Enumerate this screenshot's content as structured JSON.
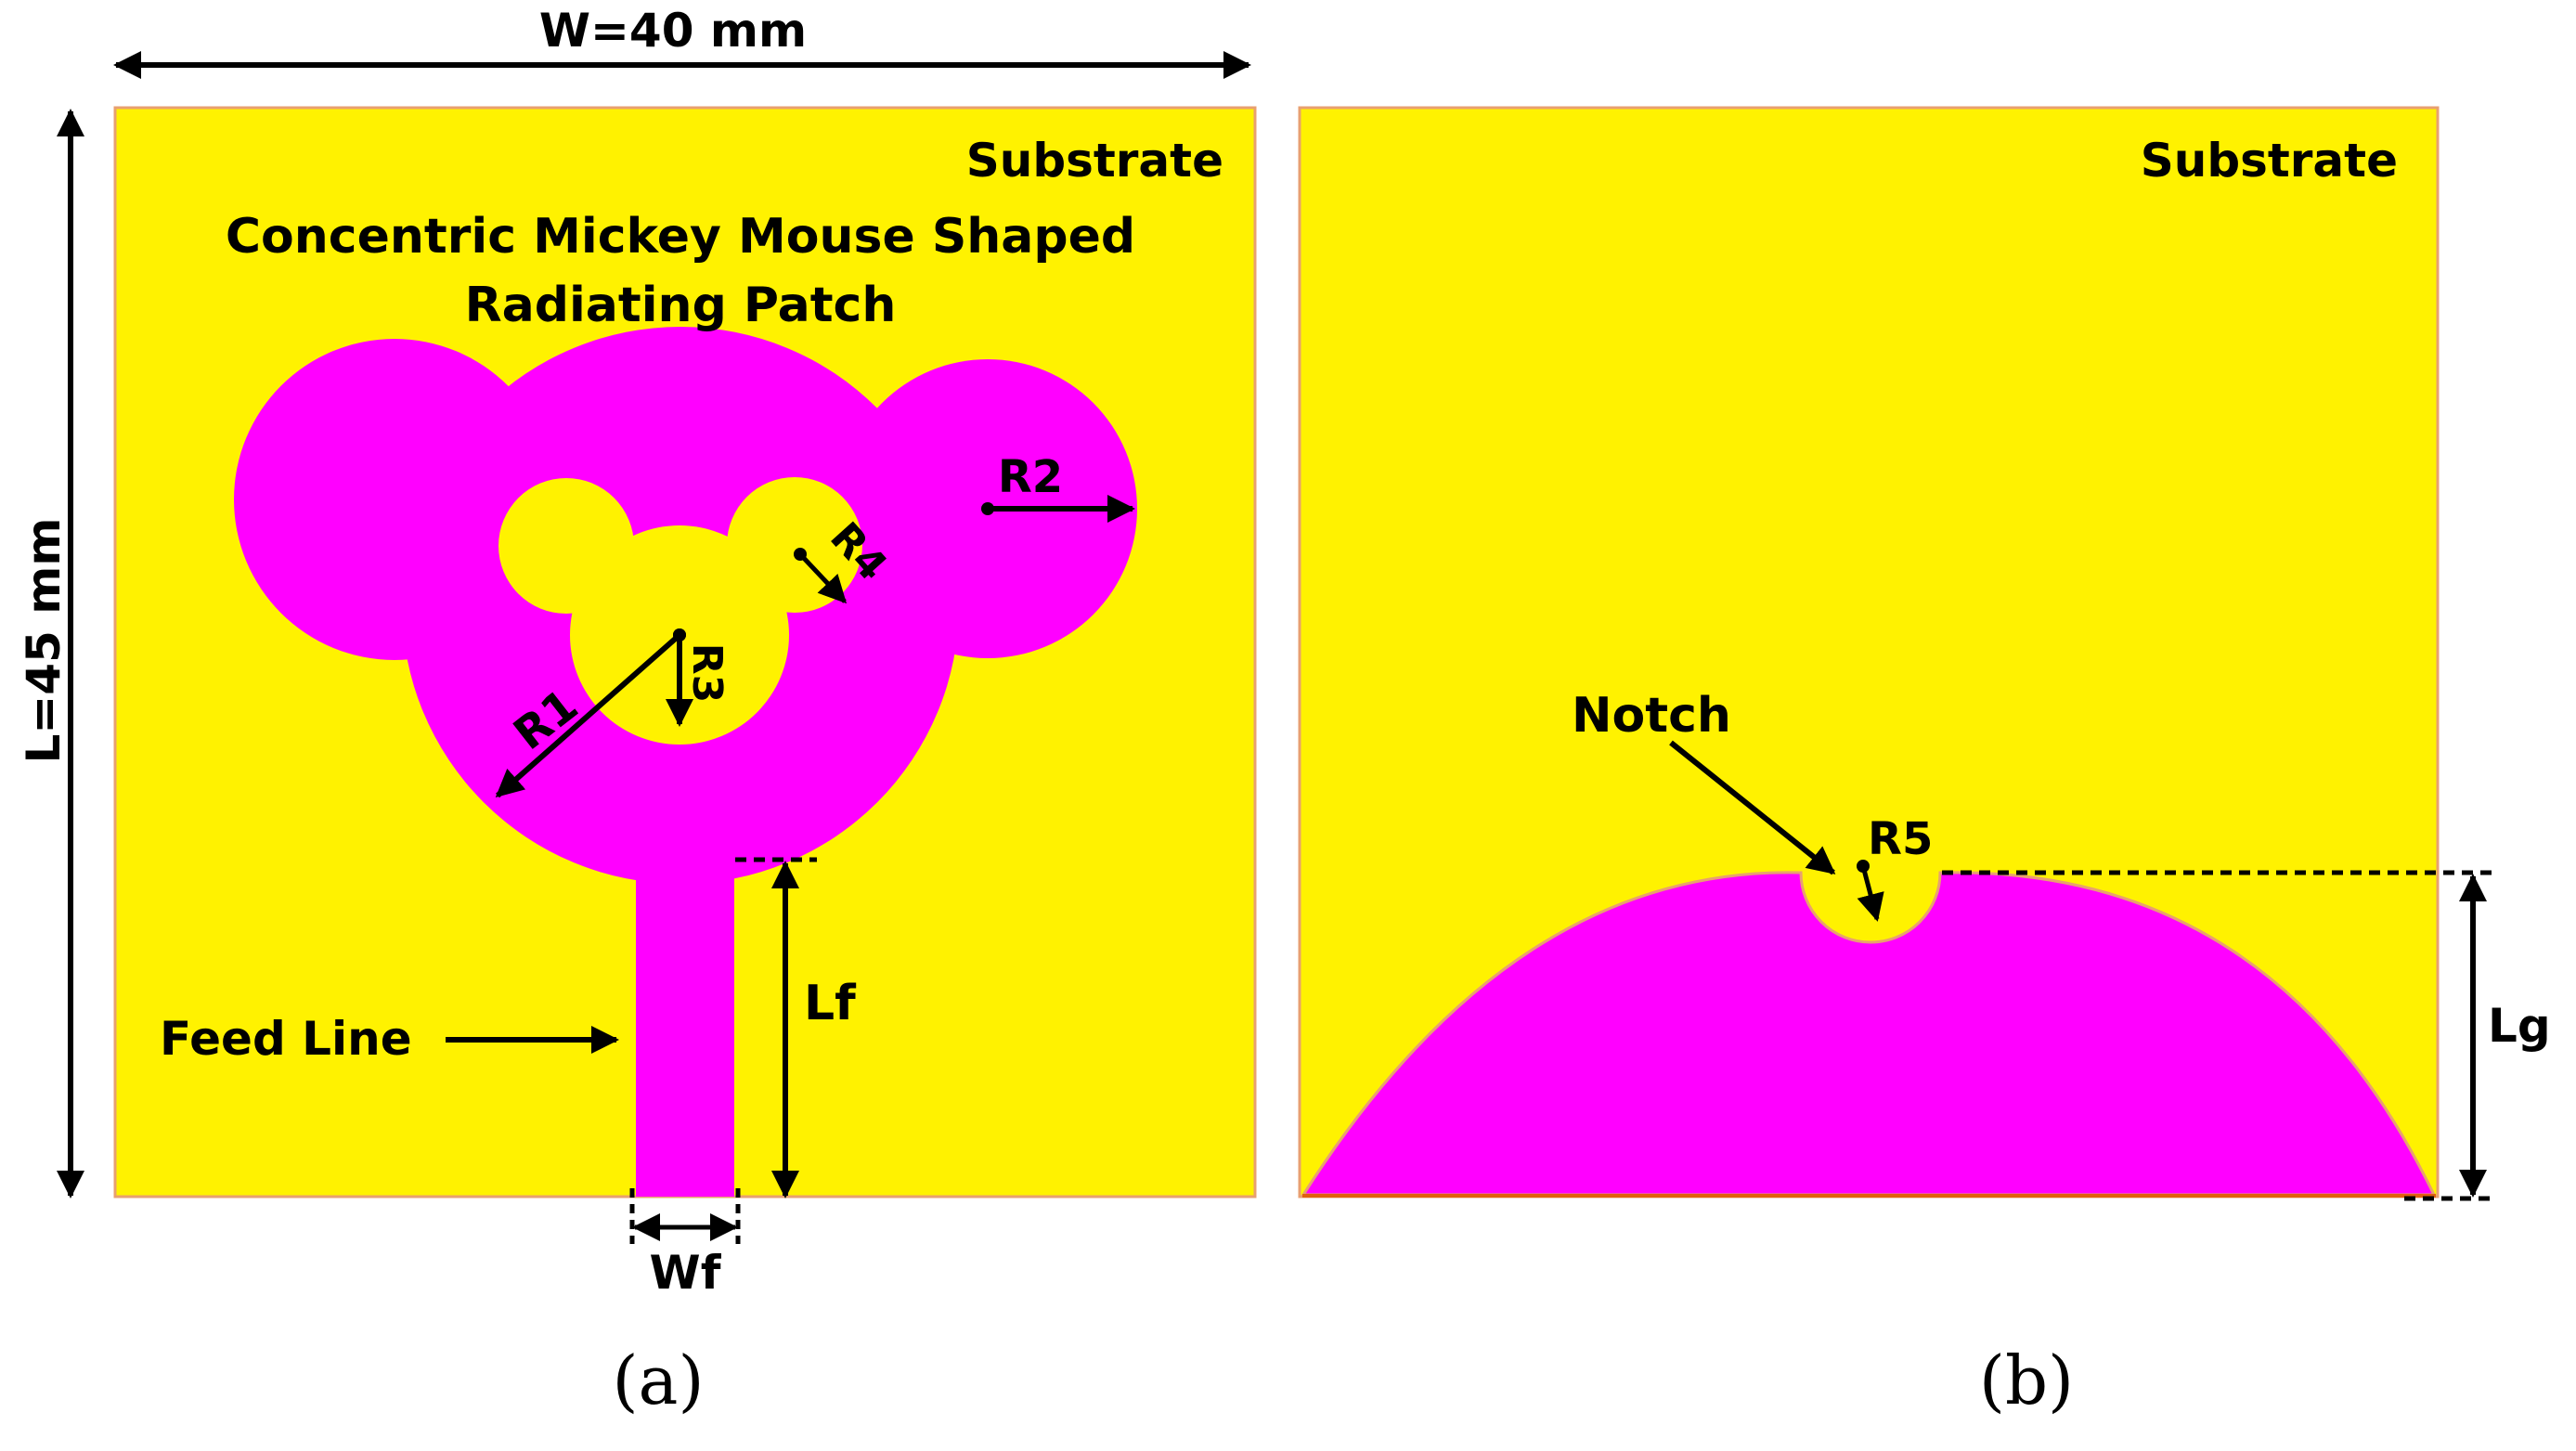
{
  "figure": {
    "panel_a": {
      "dim_width": "W=40 mm",
      "dim_length": "L=45 mm",
      "substrate_label": "Substrate",
      "patch_title_line1": "Concentric Mickey Mouse Shaped",
      "patch_title_line2": "Radiating Patch",
      "r1": "R1",
      "r2": "R2",
      "r3": "R3",
      "r4": "R4",
      "lf": "Lf",
      "wf": "Wf",
      "feed_line": "Feed Line",
      "caption": "(a)"
    },
    "panel_b": {
      "substrate_label": "Substrate",
      "notch": "Notch",
      "r5": "R5",
      "lg": "Lg",
      "caption": "(b)"
    },
    "colors": {
      "substrate": "#FFF200",
      "patch": "#FF00FF",
      "outline": "#E8A070",
      "ink": "#000000",
      "background": "#FFFFFF"
    }
  }
}
